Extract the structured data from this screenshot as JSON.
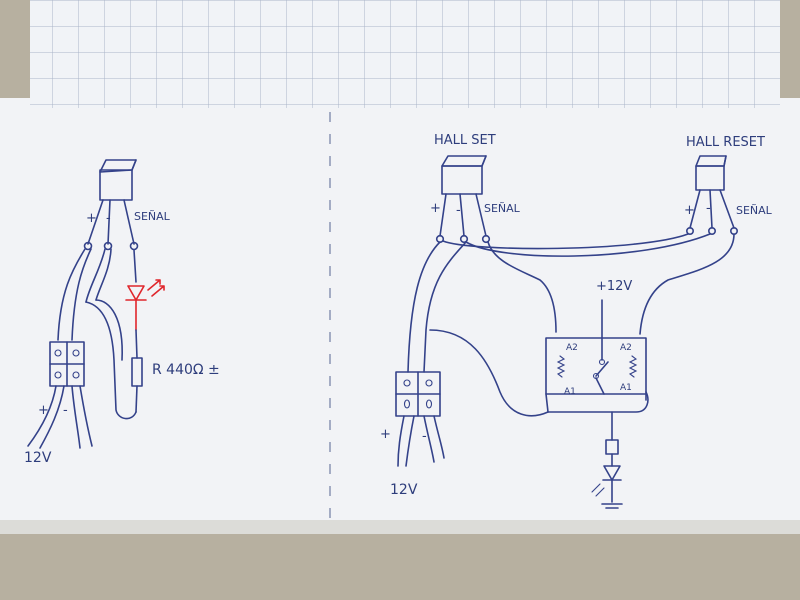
{
  "left_circuit": {
    "sensor_plus": "+",
    "sensor_minus": "-",
    "sensor_signal": "SEÑAL",
    "resistor_label": "R 440Ω ±",
    "terminal_plus": "+",
    "terminal_minus": "-",
    "supply": "12V"
  },
  "right_circuit": {
    "hall_set_title": "HALL SET",
    "hall_reset_title": "HALL RESET",
    "set_plus": "+",
    "set_minus": "-",
    "set_signal": "SEÑAL",
    "reset_plus": "+",
    "reset_minus": "-",
    "reset_signal": "SEÑAL",
    "relay_supply": "+12V",
    "relay_a2_left": "A2",
    "relay_a1_left": "A1",
    "relay_a2_right": "A2",
    "relay_a1_right": "A1",
    "terminal_plus": "+",
    "terminal_minus": "-",
    "supply": "12V"
  },
  "colors": {
    "paper": "#f4f5f8",
    "grid": "#aab4c8",
    "ink": "#34428a",
    "led_ink": "#e0262c",
    "desk": "#b7b0a0"
  }
}
